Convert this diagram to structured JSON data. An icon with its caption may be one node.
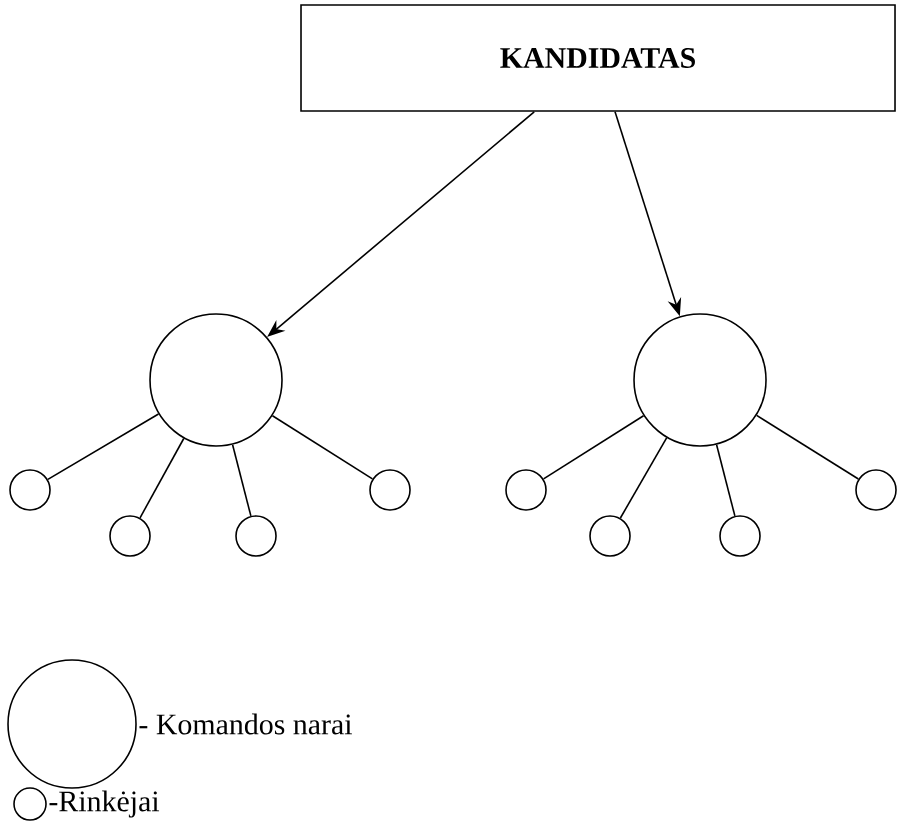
{
  "diagram": {
    "nodes": [
      {
        "text": [
          "KANDIDATAS"
        ]
      },
      {
        "text": [],
        "shape": "circle"
      },
      {
        "text": [],
        "shape": "circle"
      },
      {
        "text": [],
        "shape": "circle"
      },
      {
        "text": [],
        "shape": "circle"
      },
      {
        "text": [],
        "shape": "circle"
      },
      {
        "text": [],
        "shape": "circle"
      },
      {
        "text": [],
        "shape": "circle"
      },
      {
        "text": [],
        "shape": "circle"
      },
      {
        "text": [],
        "shape": "circle"
      },
      {
        "text": [],
        "shape": "circle"
      }
    ],
    "edges": [
      {
        "from": 0,
        "to": 1,
        "arrow": "to"
      },
      {
        "from": 0,
        "to": 2,
        "arrow": "to"
      },
      {
        "from": 1,
        "to": 3,
        "arrow": "none"
      },
      {
        "from": 1,
        "to": 4,
        "arrow": "none"
      },
      {
        "from": 1,
        "to": 5,
        "arrow": "none"
      },
      {
        "from": 1,
        "to": 6,
        "arrow": "none"
      },
      {
        "from": 2,
        "to": 7,
        "arrow": "none"
      },
      {
        "from": 2,
        "to": 8,
        "arrow": "none"
      },
      {
        "from": 2,
        "to": 9,
        "arrow": "none"
      },
      {
        "from": 2,
        "to": 10,
        "arrow": "none"
      }
    ],
    "legend": [
      {
        "text": "- Komandos narai"
      },
      {
        "text": "-Rinkėjai"
      }
    ]
  }
}
